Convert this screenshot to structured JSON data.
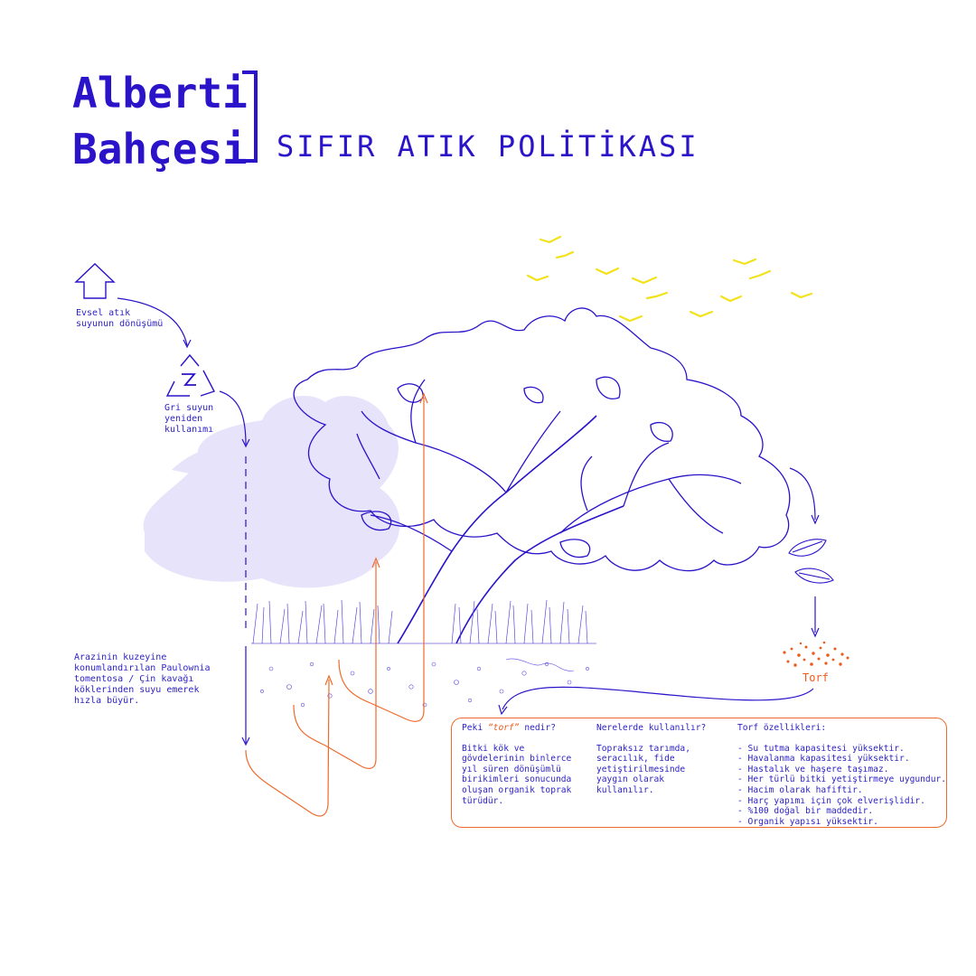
{
  "header": {
    "title_line1": "Alberti",
    "title_line2": "Bahçesi",
    "subtitle": "SIFIR ATIK POLİTİKASI"
  },
  "labels": {
    "evsel": "Evsel atık\nsuyunun dönüşümü",
    "gri": "Gri suyun\nyeniden\nkullanımı",
    "arazi": "Arazinin kuzeyine\nkonumlandırılan Paulownia\ntomentosa / Çin kavağı\nköklerinden suyu emerek\nhızla büyür.",
    "torf": "Torf"
  },
  "info": {
    "col1": {
      "heading_pre": "Peki ",
      "heading_em": "“torf”",
      "heading_post": " nedir?",
      "body": "Bitki kök ve\ngövdelerinin binlerce\nyıl süren dönüşümlü\nbirikimleri sonucunda\noluşan organik toprak\ntürüdür."
    },
    "col2": {
      "heading": "Nerelerde kullanılır?",
      "body": "Topraksız tarımda,\nseracılık, fide\nyetiştirilmesinde\nyaygın olarak\nkullanılır."
    },
    "col3": {
      "heading": "Torf özellikleri:",
      "items": [
        "- Su tutma kapasitesi yüksektir.",
        "- Havalanma kapasitesi yüksektir.",
        "- Hastalık ve haşere taşımaz.",
        "- Her türlü bitki yetiştirmeye uygundur.",
        "- Hacim olarak hafiftir.",
        "- Harç yapımı için çok elverişlidir.",
        "- %100 doğal bir maddedir.",
        "- Organik yapısı yüksektir."
      ]
    }
  },
  "colors": {
    "primary": "#2a13c9",
    "accent": "#ee5a1c",
    "bird": "#f2e21a",
    "shadow_tree": "#e6e3fa"
  },
  "icons": [
    "house-arrow-icon",
    "recycle-icon",
    "leaf-icon",
    "bird-icon",
    "tree-illustration",
    "peat-icon"
  ]
}
